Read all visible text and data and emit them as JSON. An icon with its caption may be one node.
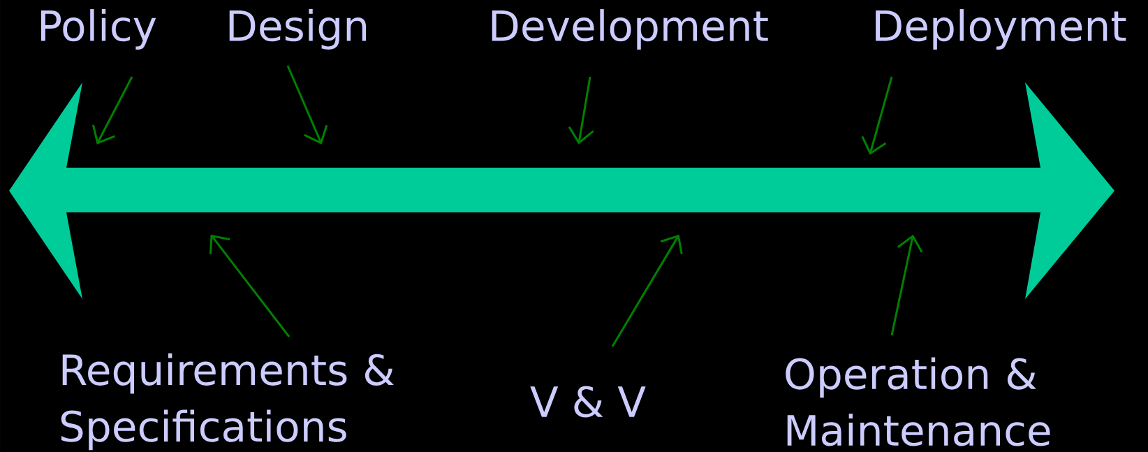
{
  "diagram": {
    "nodes": [
      {
        "text": [
          "Policy"
        ]
      },
      {
        "text": [
          "Design"
        ]
      },
      {
        "text": [
          "Development"
        ]
      },
      {
        "text": [
          "Deployment"
        ]
      },
      {
        "text": [],
        "shape": "arrow"
      },
      {
        "text": [
          "Requirements & Specifications"
        ]
      },
      {
        "text": [
          "V & V"
        ]
      },
      {
        "text": [
          "Operation & Maintenance"
        ]
      }
    ],
    "edges": [
      {
        "from": 0,
        "to": 4,
        "arrow": "to"
      },
      {
        "from": 1,
        "to": 4,
        "arrow": "to"
      },
      {
        "from": 2,
        "to": 4,
        "arrow": "to"
      },
      {
        "from": 3,
        "to": 4,
        "arrow": "to"
      },
      {
        "from": 5,
        "to": 4,
        "arrow": "to"
      },
      {
        "from": 6,
        "to": 4,
        "arrow": "to"
      },
      {
        "from": 7,
        "to": 4,
        "arrow": "to"
      }
    ]
  }
}
